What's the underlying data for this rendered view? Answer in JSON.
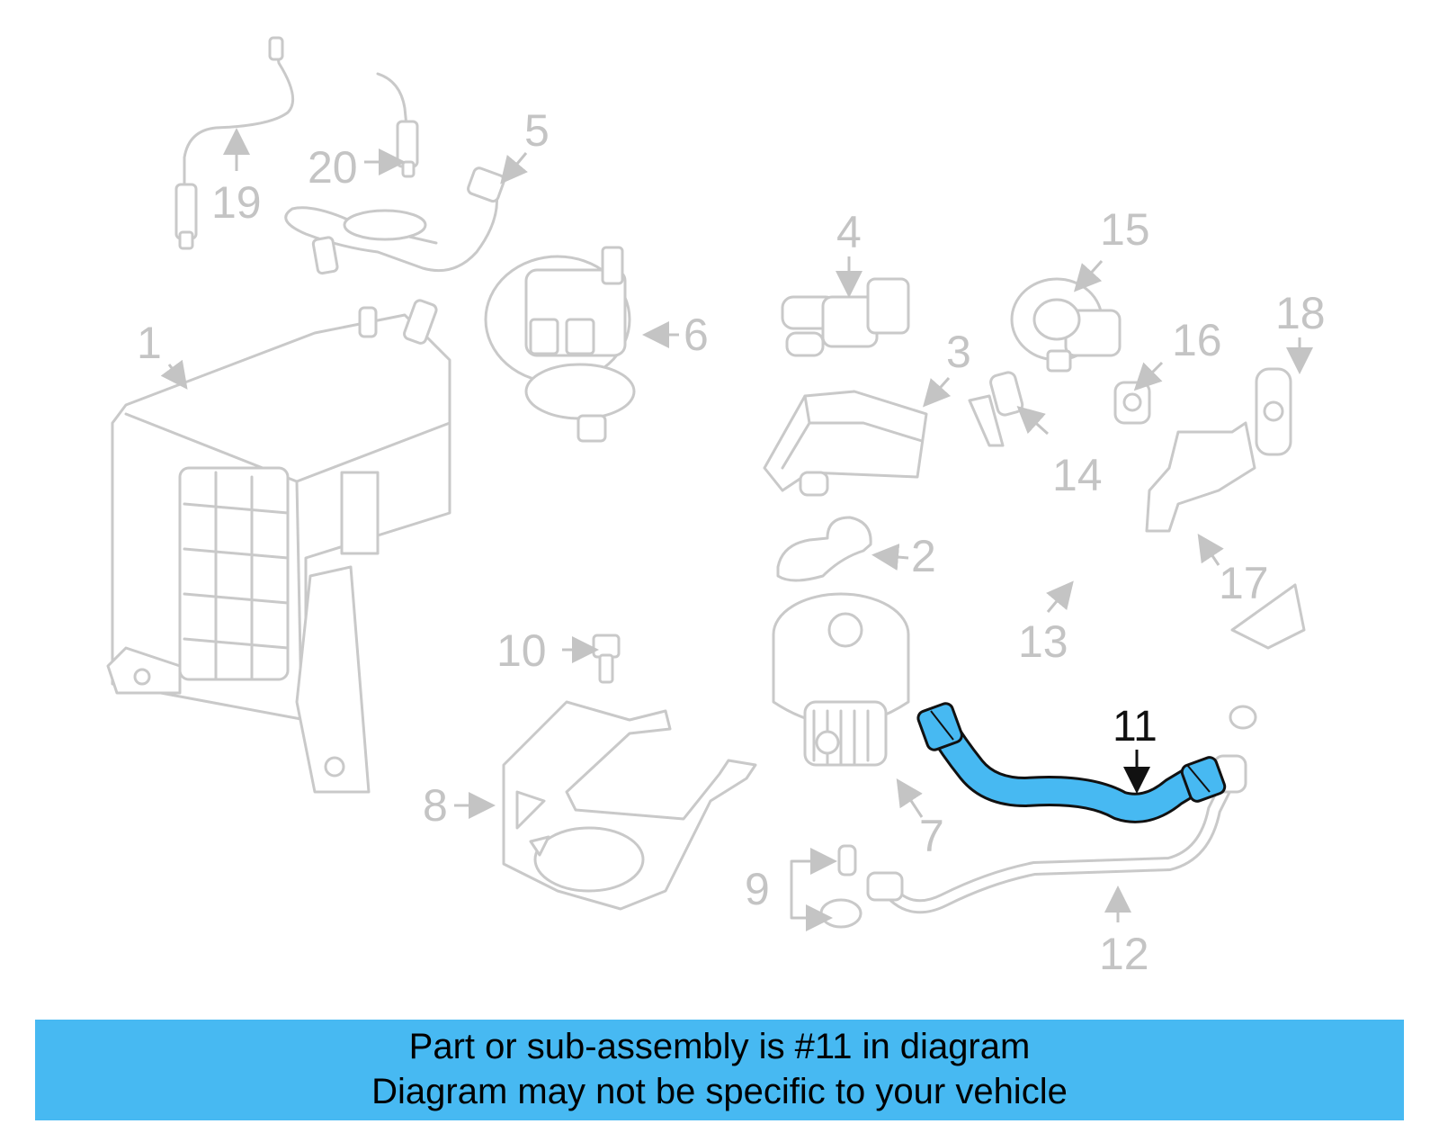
{
  "diagram": {
    "highlight_color": "#47b9f2",
    "callouts": [
      {
        "id": "1",
        "label": "1"
      },
      {
        "id": "2",
        "label": "2"
      },
      {
        "id": "3",
        "label": "3"
      },
      {
        "id": "4",
        "label": "4"
      },
      {
        "id": "5",
        "label": "5"
      },
      {
        "id": "6",
        "label": "6"
      },
      {
        "id": "7",
        "label": "7"
      },
      {
        "id": "8",
        "label": "8"
      },
      {
        "id": "9",
        "label": "9"
      },
      {
        "id": "10",
        "label": "10"
      },
      {
        "id": "11",
        "label": "11",
        "highlighted": true
      },
      {
        "id": "12",
        "label": "12"
      },
      {
        "id": "13",
        "label": "13"
      },
      {
        "id": "14",
        "label": "14"
      },
      {
        "id": "15",
        "label": "15"
      },
      {
        "id": "16",
        "label": "16"
      },
      {
        "id": "17",
        "label": "17"
      },
      {
        "id": "18",
        "label": "18"
      },
      {
        "id": "19",
        "label": "19"
      },
      {
        "id": "20",
        "label": "20"
      }
    ]
  },
  "caption": {
    "line1": "Part or sub-assembly is #11 in diagram",
    "line2": "Diagram may not be specific to your vehicle"
  }
}
